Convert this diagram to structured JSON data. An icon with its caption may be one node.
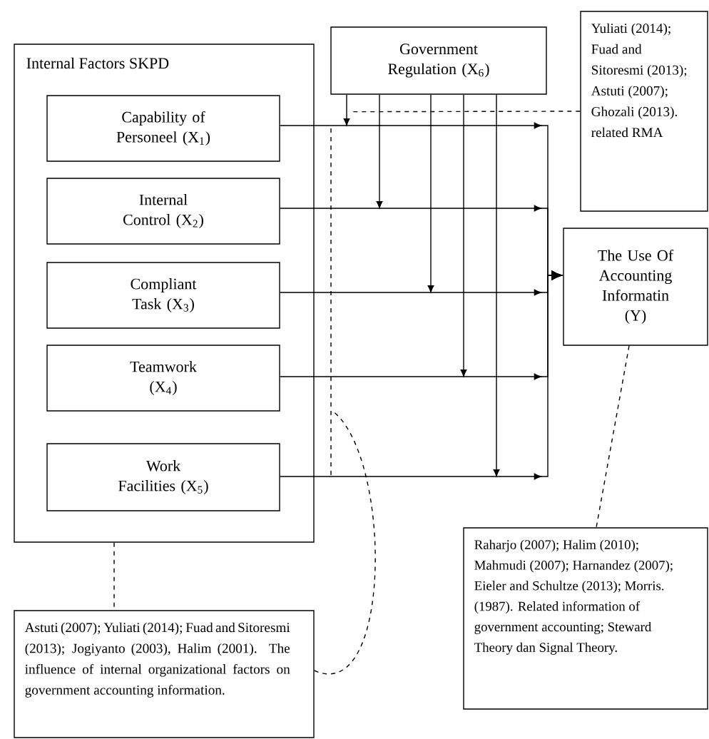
{
  "diagram": {
    "nodes": [
      {
        "text": [
          "Internal Factors SKPD"
        ]
      },
      {
        "text": [
          "Capability of Personeel (X$_{1}$)"
        ],
        "in": 0
      },
      {
        "text": [
          "Internal Control (X$_{2}$)"
        ],
        "in": 0
      },
      {
        "text": [
          "Compliant Task (X$_{3}$)"
        ],
        "in": 0
      },
      {
        "text": [
          "Teamwork (X$_{4}$)"
        ],
        "in": 0
      },
      {
        "text": [
          "Work Facilities (X$_{5}$)"
        ],
        "in": 0
      },
      {
        "text": [
          "Government Regulation (X$_{6}$)"
        ]
      },
      {
        "text": [
          "Yuliati (2014); Fuad and Sitoresmi (2013); Astuti (2007); Ghozali (2013). related RMA"
        ]
      },
      {
        "text": [
          "The Use Of Accounting Informatin (Y)"
        ]
      },
      {
        "text": [
          "Astuti (2007); Yuliati (2014); Fuad and Sitoresmi (2013); Jogiyanto (2003), Halim (2001). The influence of internal organizational factors on government accounting information."
        ]
      },
      {
        "text": [
          "Raharjo (2007); Halim (2010); Mahmudi (2007); Harnandez (2007); Eieler and Schultze (2013); Morris. (1987). Related information of government accounting; Steward Theory dan Signal Theory."
        ]
      }
    ],
    "edges": [
      {
        "from": 1,
        "to": 8,
        "arrow": "to"
      },
      {
        "from": 2,
        "to": 8,
        "arrow": "to"
      },
      {
        "from": 3,
        "to": 8,
        "arrow": "to"
      },
      {
        "from": 4,
        "to": 8,
        "arrow": "to"
      },
      {
        "from": 5,
        "to": 8,
        "arrow": "to"
      },
      {
        "from": 6,
        "to": null,
        "arrow": "to"
      },
      {
        "from": 6,
        "to": null,
        "arrow": "to"
      },
      {
        "from": 6,
        "to": null,
        "arrow": "to"
      },
      {
        "from": 6,
        "to": null,
        "arrow": "to"
      },
      {
        "from": 6,
        "to": null,
        "arrow": "to"
      },
      {
        "from": 7,
        "to": 6,
        "arrow": "none",
        "style": "dashed"
      },
      {
        "from": 9,
        "to": null,
        "arrow": "none",
        "style": "dashed"
      },
      {
        "from": 0,
        "to": 9,
        "arrow": "none",
        "style": "dashed"
      },
      {
        "from": 8,
        "to": 10,
        "arrow": "none",
        "style": "dashed"
      }
    ]
  }
}
